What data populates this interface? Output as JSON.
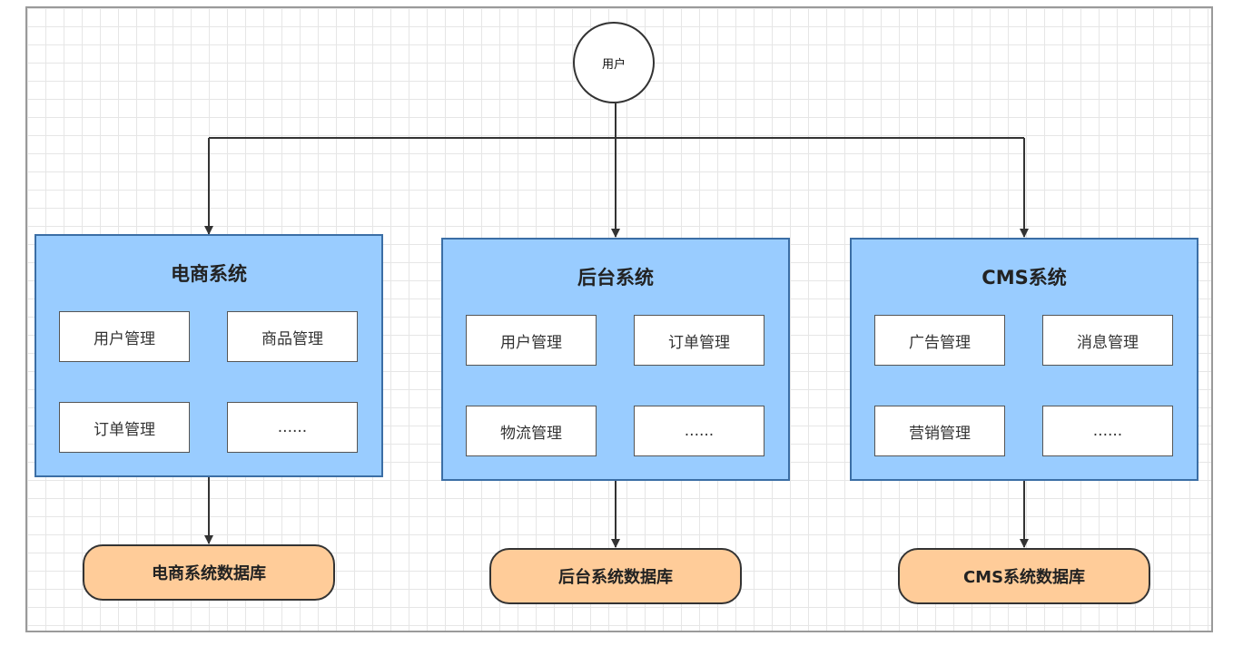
{
  "user": {
    "label": "用户"
  },
  "systems": [
    {
      "title": "电商系统",
      "modules": [
        "用户管理",
        "商品管理",
        "订单管理",
        "......"
      ],
      "database": "电商系统数据库"
    },
    {
      "title": "后台系统",
      "modules": [
        "用户管理",
        "订单管理",
        "物流管理",
        "......"
      ],
      "database": "后台系统数据库"
    },
    {
      "title": "CMS系统",
      "modules": [
        "广告管理",
        "消息管理",
        "营销管理",
        "......"
      ],
      "database": "CMS系统数据库"
    }
  ],
  "colors": {
    "system_fill": "#99ccff",
    "system_border": "#3b6ea5",
    "database_fill": "#ffcc99",
    "module_fill": "#ffffff",
    "connector": "#333333"
  }
}
